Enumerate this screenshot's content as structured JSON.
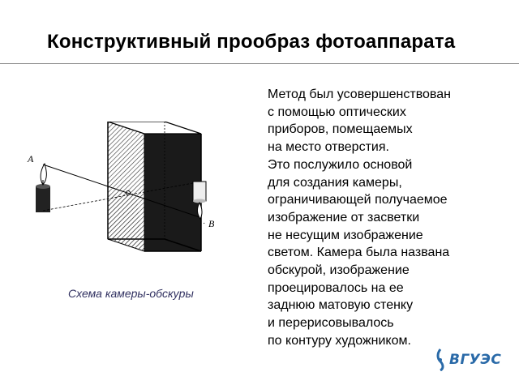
{
  "slide": {
    "title": "Конструктивный прообраз фотоаппарата",
    "caption": "Схема камеры-обскуры",
    "body_lines": [
      "Метод был усовершенствован",
      "с помощью оптических",
      "приборов, помещаемых",
      "на место отверстия.",
      "Это послужило основой",
      "для создания камеры,",
      "ограничивающей получаемое",
      "изображение от засветки",
      "не несущим изображение",
      "светом. Камера была названа",
      "обскурой, изображение",
      "проецировалось на ее",
      "заднюю матовую стенку",
      "и перерисовывалось",
      "по контуру художником."
    ]
  },
  "figure": {
    "label_a": "A",
    "label_b": "B"
  },
  "logo": {
    "text": "ВГУЭС",
    "color": "#2a6aa8"
  }
}
